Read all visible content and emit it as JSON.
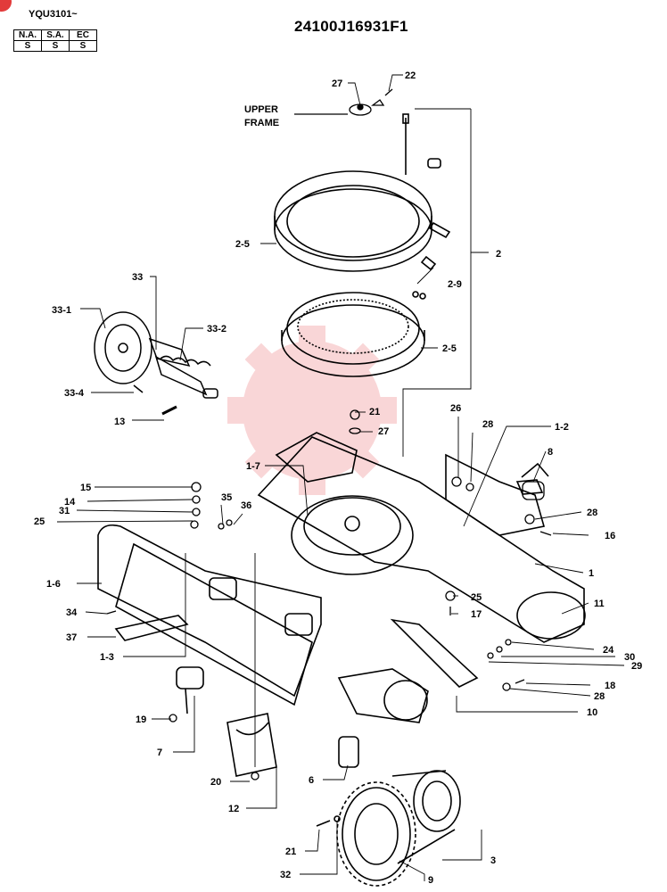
{
  "header": {
    "serial_range": "YQU3101~",
    "drawing_number": "24100J16931F1",
    "code_table": {
      "headers": [
        "N.A.",
        "S.A.",
        "EC"
      ],
      "values": [
        "S",
        "S",
        "S"
      ]
    }
  },
  "watermark": {
    "color": "#e8474c",
    "style": "gear-logo"
  },
  "callouts": {
    "upper_frame_1": "UPPER",
    "upper_frame_2": "FRAME",
    "c27a": "27",
    "c22": "22",
    "c2": "2",
    "c2_5a": "2-5",
    "c2_9": "2-9",
    "c2_5b": "2-5",
    "c33": "33",
    "c33_1": "33-1",
    "c33_2": "33-2",
    "c33_4": "33-4",
    "c13": "13",
    "c21a": "21",
    "c27b": "27",
    "c26": "26",
    "c28a": "28",
    "c1_2": "1-2",
    "c8": "8",
    "c1_7": "1-7",
    "c15": "15",
    "c14": "14",
    "c35": "35",
    "c31": "31",
    "c36": "36",
    "c25a": "25",
    "c28b": "28",
    "c16": "16",
    "c1": "1",
    "c1_6": "1-6",
    "c11": "11",
    "c25b": "25",
    "c17": "17",
    "c34": "34",
    "c37": "37",
    "c24": "24",
    "c1_3": "1-3",
    "c30": "30",
    "c29": "29",
    "c18": "18",
    "c28c": "28",
    "c19": "19",
    "c10": "10",
    "c7": "7",
    "c20": "20",
    "c6": "6",
    "c12": "12",
    "c21b": "21",
    "c3": "3",
    "c32": "32",
    "c9": "9"
  }
}
